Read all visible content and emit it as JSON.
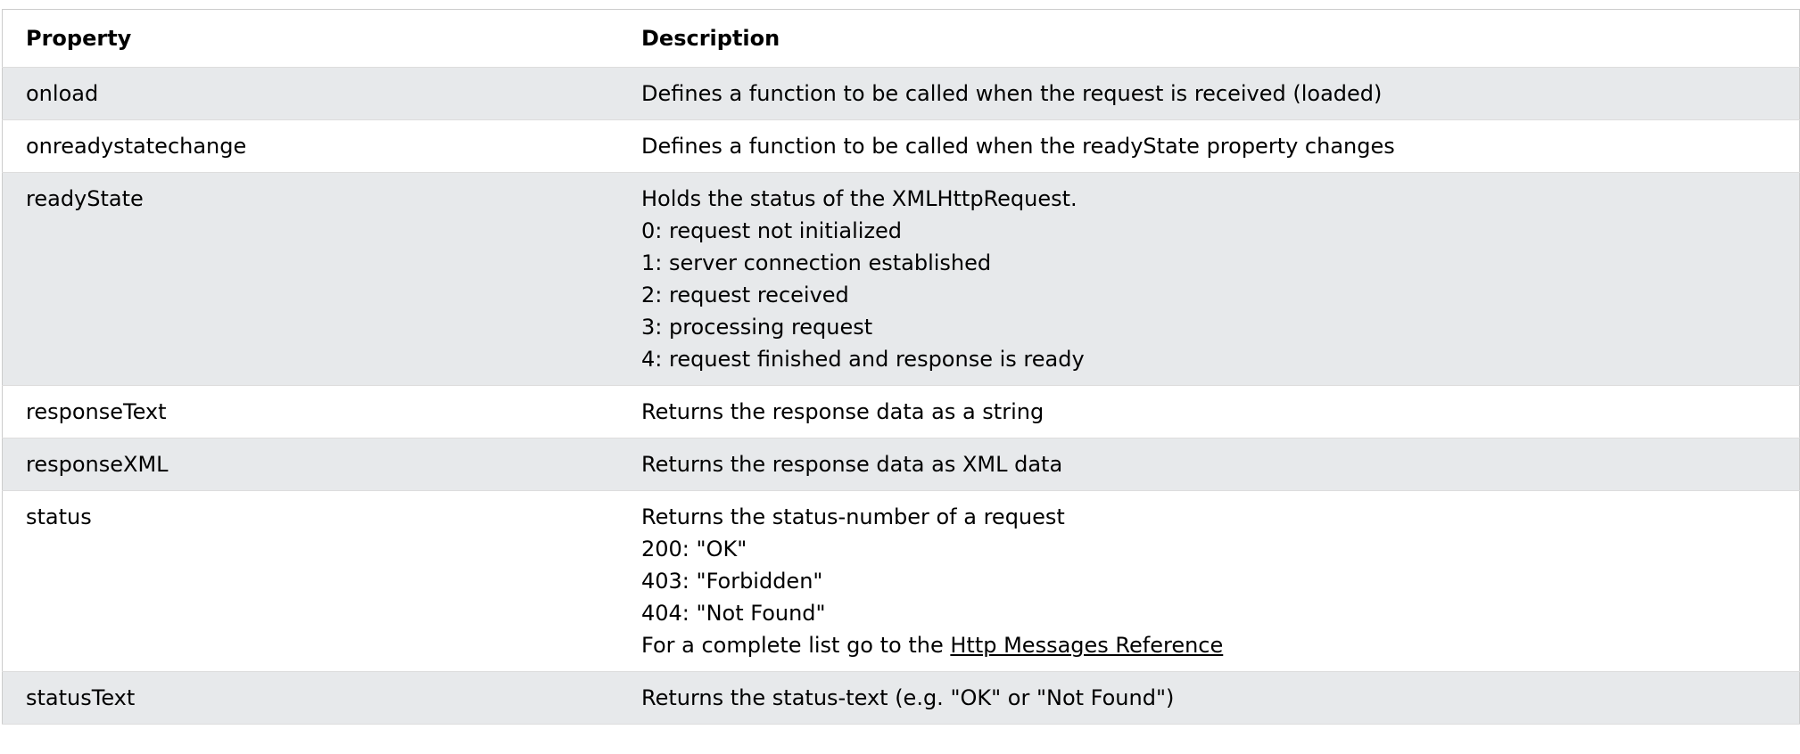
{
  "table": {
    "headers": [
      "Property",
      "Description"
    ],
    "rows": [
      {
        "property": "onload",
        "lines": [
          "Defines a function to be called when the request is received (loaded)"
        ]
      },
      {
        "property": "onreadystatechange",
        "lines": [
          "Defines a function to be called when the readyState property changes"
        ]
      },
      {
        "property": "readyState",
        "lines": [
          "Holds the status of the XMLHttpRequest.",
          "0: request not initialized",
          "1: server connection established",
          "2: request received",
          "3: processing request",
          "4: request finished and response is ready"
        ]
      },
      {
        "property": "responseText",
        "lines": [
          "Returns the response data as a string"
        ]
      },
      {
        "property": "responseXML",
        "lines": [
          "Returns the response data as XML data"
        ]
      },
      {
        "property": "status",
        "lines": [
          "Returns the status-number of a request",
          "200: \"OK\"",
          "403: \"Forbidden\"",
          "404: \"Not Found\""
        ],
        "link_prefix": "For a complete list go to the ",
        "link_text": "Http Messages Reference"
      },
      {
        "property": "statusText",
        "lines": [
          "Returns the status-text (e.g. \"OK\" or \"Not Found\")"
        ]
      }
    ]
  }
}
